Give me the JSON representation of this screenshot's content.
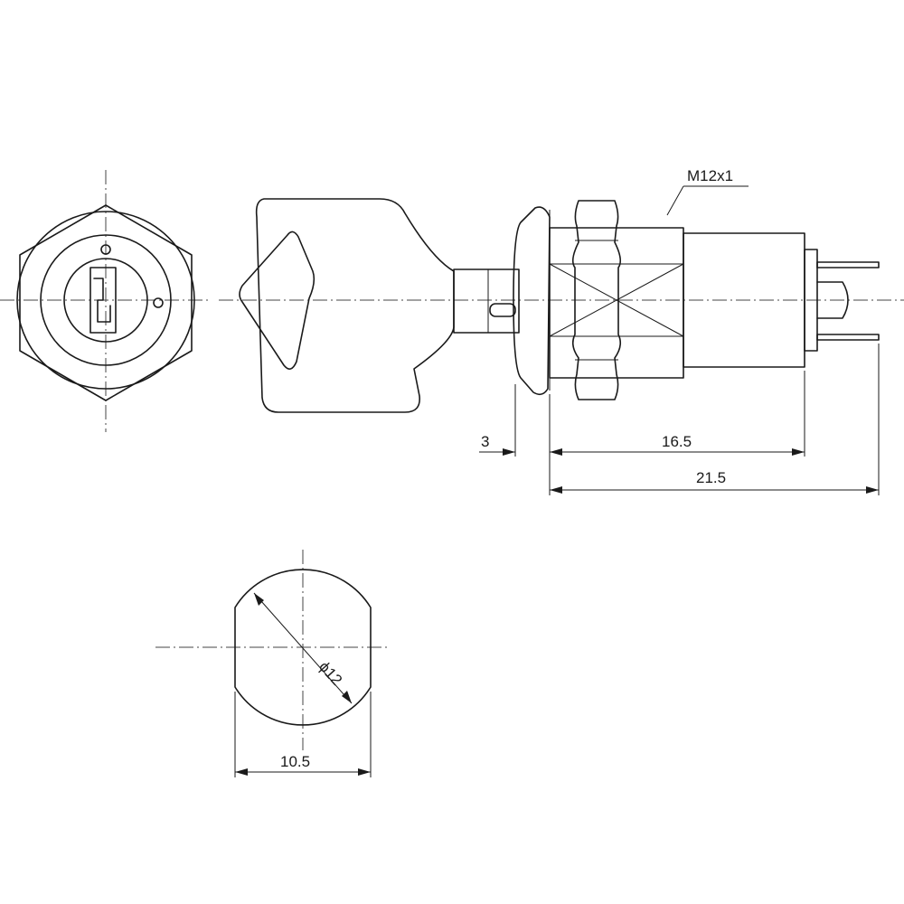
{
  "labels": {
    "thread": "M12x1",
    "dim_flange": "3",
    "dim_body": "16.5",
    "dim_total": "21.5",
    "dim_diameter": "ϕ12",
    "dim_flat": "10.5"
  }
}
